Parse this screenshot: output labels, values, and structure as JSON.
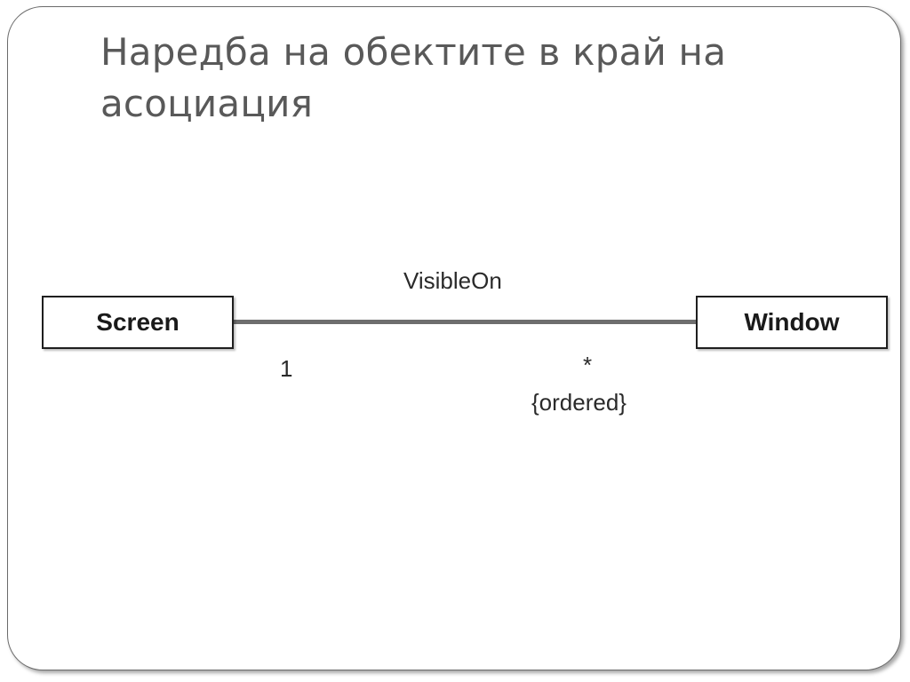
{
  "slide": {
    "title": "Наредба на обектите в край на асоциация"
  },
  "diagram": {
    "classes": {
      "left": "Screen",
      "right": "Window"
    },
    "association": {
      "name": "VisibleOn",
      "left_multiplicity": "1",
      "right_multiplicity": "*",
      "right_constraint": "{ordered}"
    }
  }
}
